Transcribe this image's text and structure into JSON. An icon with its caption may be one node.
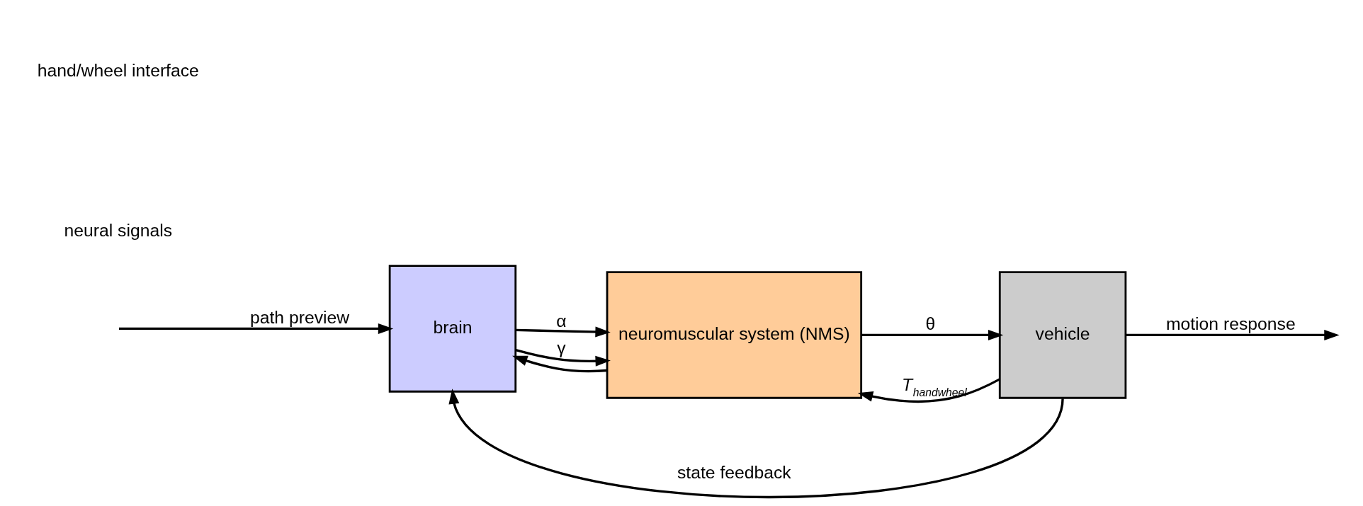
{
  "diagram": {
    "nodes": [
      {
        "text": [
          "brain"
        ]
      },
      {
        "text": [
          "neuromuscular system (NMS)"
        ]
      },
      {
        "text": [
          "vehicle"
        ]
      }
    ],
    "edges": [
      {
        "from": null,
        "to": 0,
        "arrow": "to",
        "label": "path preview"
      },
      {
        "from": 0,
        "to": 1,
        "arrow": "to",
        "label": "α"
      },
      {
        "from": 0,
        "to": 1,
        "arrow": "to",
        "label": "γ"
      },
      {
        "from": 2,
        "to": 1,
        "arrow": "to",
        "label": "T$_{handwheel}$"
      },
      {
        "from": 1,
        "to": 2,
        "arrow": "to",
        "label": "θ"
      },
      {
        "from": 2,
        "to": null,
        "arrow": "to",
        "label": "motion response"
      },
      {
        "from": 1,
        "to": 0,
        "arrow": "to"
      },
      {
        "from": 2,
        "to": 0,
        "arrow": "to",
        "label": "state feedback"
      }
    ],
    "labels": [
      "neural signals",
      "hand/wheel interface"
    ]
  }
}
